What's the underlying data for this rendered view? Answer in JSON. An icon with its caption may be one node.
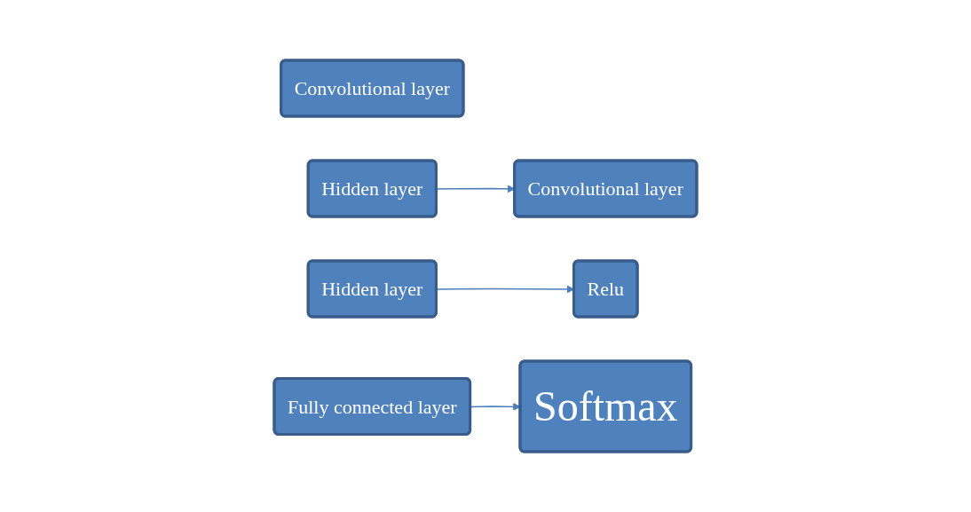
{
  "diagram": {
    "nodes": [
      {
        "text": [
          "Convolutional layer"
        ]
      },
      {
        "text": [
          "Hidden layer"
        ]
      },
      {
        "text": [
          "Convolutional layer"
        ]
      },
      {
        "text": [
          "Hidden layer"
        ]
      },
      {
        "text": [
          "Relu"
        ]
      },
      {
        "text": [
          "Fully connected layer"
        ]
      },
      {
        "text": [
          "Softmax"
        ]
      }
    ],
    "edges": [
      {
        "from": 1,
        "to": 2,
        "arrow": "to"
      },
      {
        "from": 3,
        "to": 4,
        "arrow": "to"
      },
      {
        "from": 5,
        "to": 6,
        "arrow": "to"
      }
    ]
  }
}
